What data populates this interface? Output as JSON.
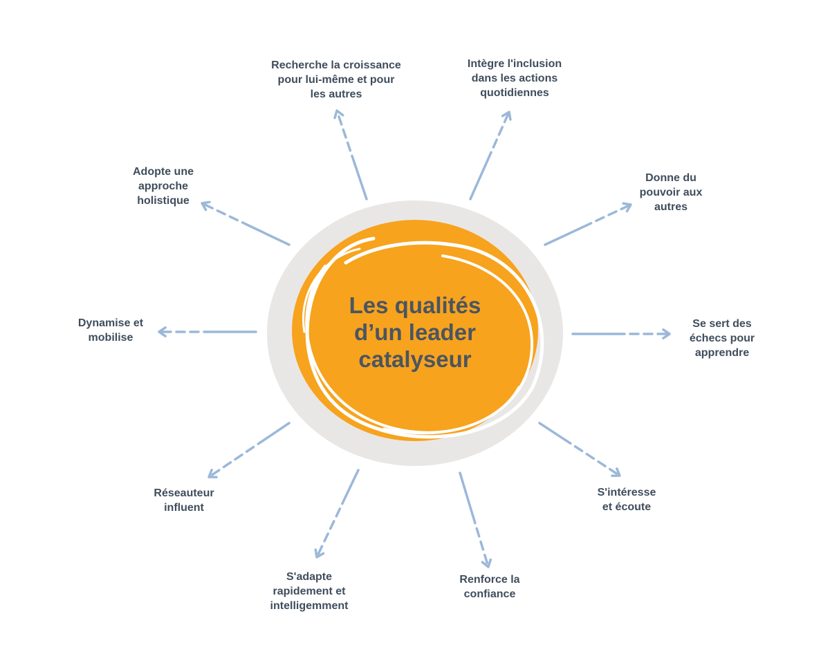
{
  "diagram": {
    "center": {
      "title": "Les qualités\nd’un leader\ncatalyseur"
    },
    "colors": {
      "ring": "#e9e7e6",
      "core": "#f7a31e",
      "swirl": "#ffffff",
      "arrow": "#9bb8d8",
      "text": "#3f4d5c"
    },
    "nodes": [
      {
        "id": "croissance",
        "label": "Recherche la croissance\npour lui-même et pour\nles autres"
      },
      {
        "id": "inclusion",
        "label": "Intègre l'inclusion\ndans les actions\nquotidiennes"
      },
      {
        "id": "pouvoir",
        "label": "Donne du\npouvoir aux\nautres"
      },
      {
        "id": "echecs",
        "label": "Se sert des\néchecs pour\napprendre"
      },
      {
        "id": "ecoute",
        "label": "S'intéresse\net écoute"
      },
      {
        "id": "confiance",
        "label": "Renforce la\nconfiance"
      },
      {
        "id": "adapte",
        "label": "S'adapte\nrapidement et\nintelligemment"
      },
      {
        "id": "reseauteur",
        "label": "Réseauteur\ninfluent"
      },
      {
        "id": "dynamise",
        "label": "Dynamise et\nmobilise"
      },
      {
        "id": "holistique",
        "label": "Adopte une\napproche\nholistique"
      }
    ]
  }
}
